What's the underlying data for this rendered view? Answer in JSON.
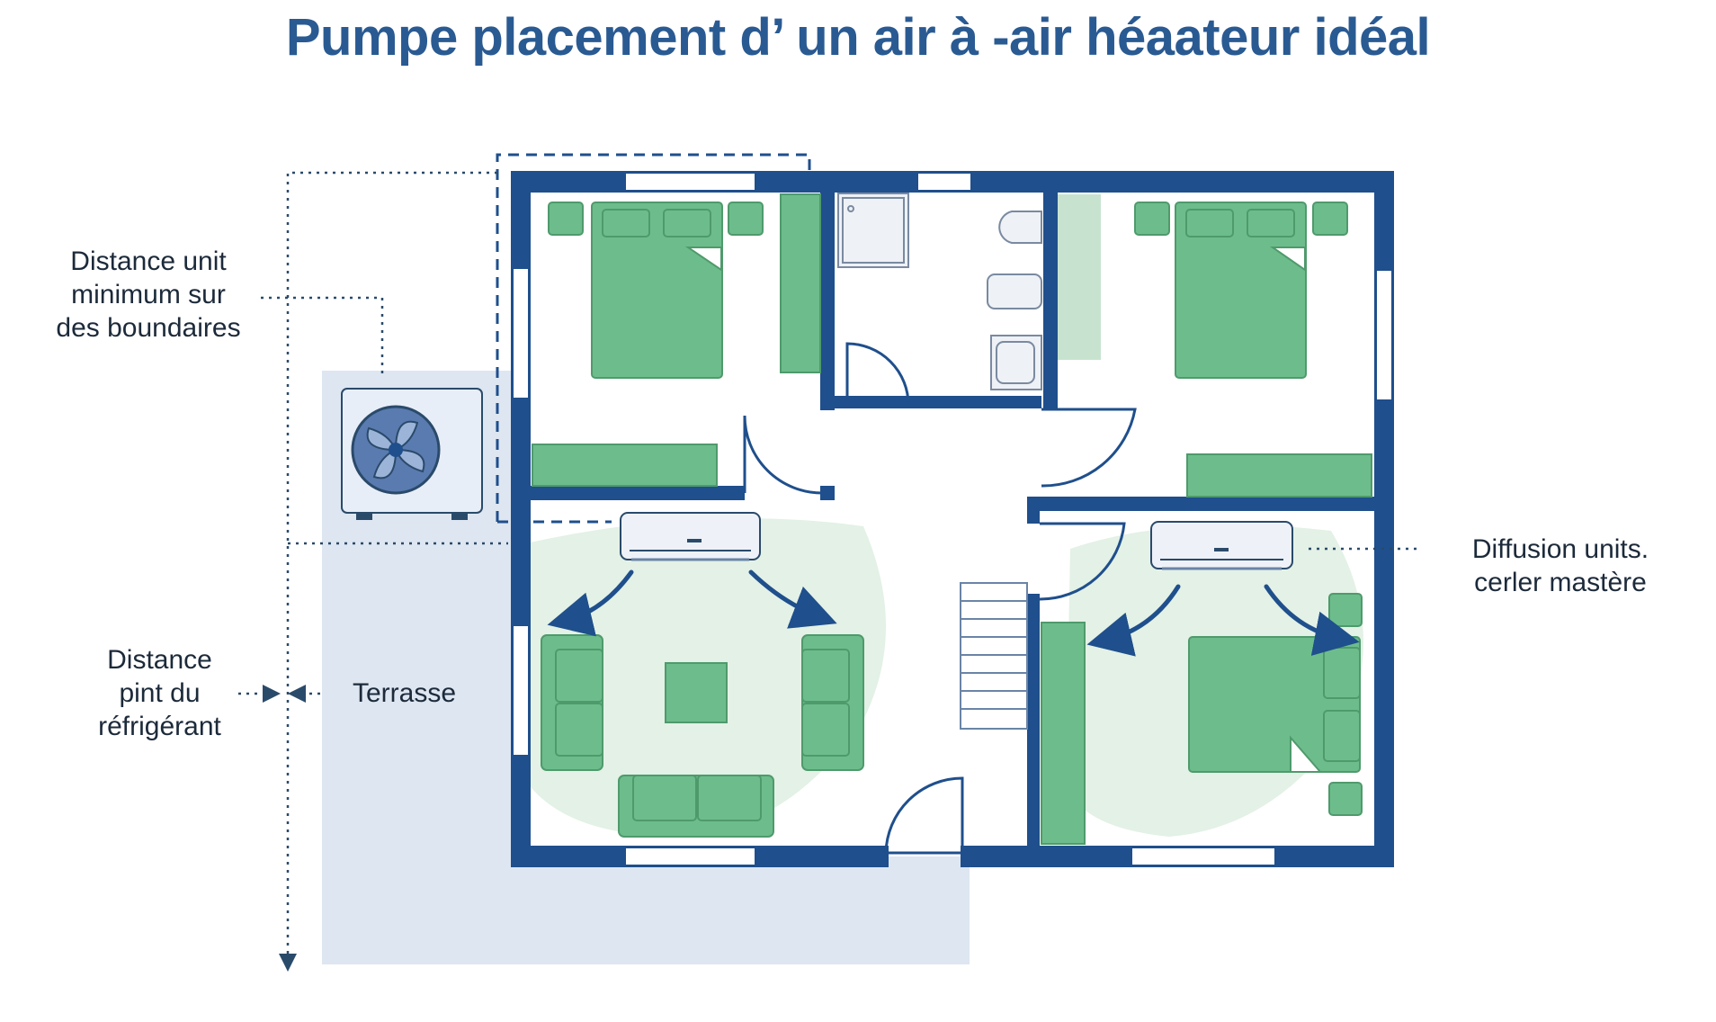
{
  "title": "Pumpe placement d’ un air à -air héaateur idéal",
  "labels": {
    "boundary": [
      "Distance unit",
      "minimum sur",
      "des boundaires"
    ],
    "refrigerant": [
      "Distance",
      "pint du",
      "réfrigérant"
    ],
    "terrace": "Terrasse",
    "diffusion": [
      "Diffusion units.",
      "cerler mastère"
    ]
  },
  "colors": {
    "wall": "#1f4f8c",
    "furniture": "#6dbd8c",
    "furniture_stroke": "#4f9a6c",
    "airflow_zone": "#e3f1e6",
    "terrace": "#dde6f1",
    "title": "#2a5a92"
  },
  "icons": {
    "outdoor_unit": "fan-icon",
    "indoor_units": "split-ac-icon"
  }
}
